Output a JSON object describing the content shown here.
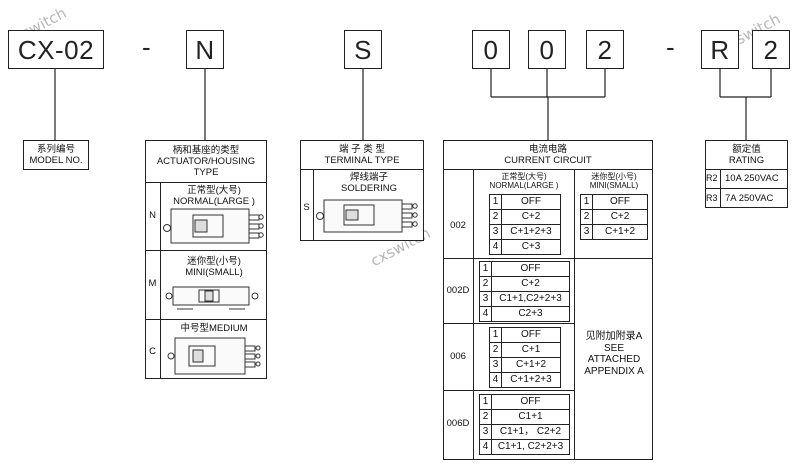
{
  "watermark": "cxswitch",
  "code": {
    "model": "CX-02",
    "sep1": "-",
    "actuator": "N",
    "terminal": "S",
    "c1": "0",
    "c2": "0",
    "c3": "2",
    "sep2": "-",
    "rating_letter": "R",
    "rating_digit": "2"
  },
  "model_label": {
    "cn": "系列编号",
    "en": "MODEL NO."
  },
  "actuator": {
    "cn": "柄和基座的类型",
    "en1": "ACTUATOR/HOUSING",
    "en2": "TYPE",
    "items": [
      {
        "code": "N",
        "cn": "正常型(大号)",
        "en": "NORMAL(LARGE )"
      },
      {
        "code": "M",
        "cn": "迷你型(小号)",
        "en": "MINI(SMALL)"
      },
      {
        "code": "C",
        "cn": "中号型MEDIUM",
        "en": ""
      }
    ]
  },
  "terminal": {
    "cn": "端 子 类 型",
    "en": "TERMINAL TYPE",
    "item": {
      "code": "S",
      "cn": "焊线端子",
      "en": "SOLDERING"
    }
  },
  "circuit": {
    "cn": "电流电路",
    "en": "CURRENT CIRCUIT",
    "normal_cn": "正常型(大号)",
    "normal_en": "NORMAL(LARGE )",
    "mini_cn": "迷你型(小号)",
    "mini_en": "MINI(SMALL)",
    "appendix": [
      "见附加附录A",
      "SEE",
      "ATTACHED",
      "APPENDIX A"
    ],
    "groups": [
      {
        "code": "002",
        "normal": [
          "OFF",
          "C+2",
          "C+1+2+3",
          "C+3"
        ],
        "mini": [
          "OFF",
          "C+2",
          "C+1+2"
        ]
      },
      {
        "code": "002D",
        "rows": [
          "OFF",
          "C+2",
          "C1+1,C2+2+3",
          "C2+3"
        ]
      },
      {
        "code": "006",
        "rows": [
          "OFF",
          "C+1",
          "C+1+2",
          "C+1+2+3"
        ]
      },
      {
        "code": "006D",
        "rows": [
          "OFF",
          "C1+1",
          "C1+1， C2+2",
          "C1+1, C2+2+3"
        ]
      }
    ]
  },
  "rating": {
    "cn": "额定值",
    "en": "RATING",
    "items": [
      {
        "code": "R2",
        "value": "10A 250VAC"
      },
      {
        "code": "R3",
        "value": "7A 250VAC"
      }
    ]
  }
}
